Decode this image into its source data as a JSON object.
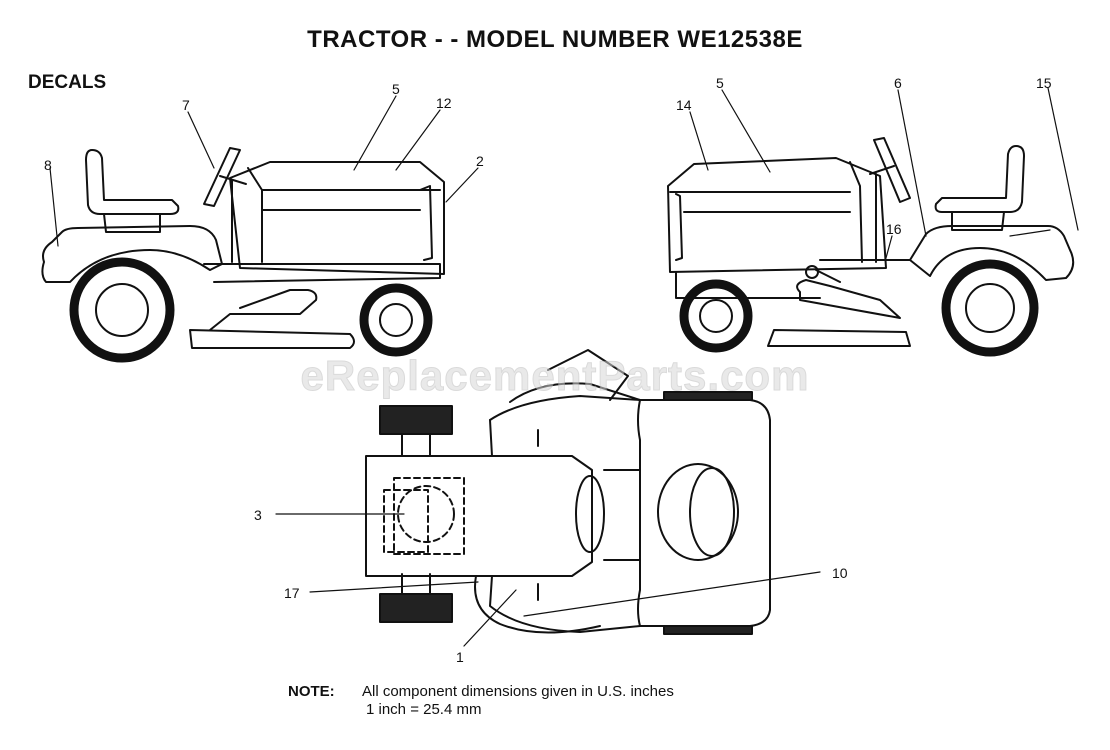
{
  "title": "TRACTOR - - MODEL NUMBER WE12538E",
  "section": "DECALS",
  "watermark": "eReplacementParts.com",
  "callouts": {
    "c1": "1",
    "c2": "2",
    "c3": "3",
    "c5a": "5",
    "c5b": "5",
    "c6": "6",
    "c7": "7",
    "c8": "8",
    "c10": "10",
    "c12": "12",
    "c14": "14",
    "c15": "15",
    "c16": "16",
    "c17": "17"
  },
  "note": {
    "label": "NOTE:",
    "line1": "All component dimensions given in U.S. inches",
    "line2": "1 inch = 25.4 mm"
  }
}
